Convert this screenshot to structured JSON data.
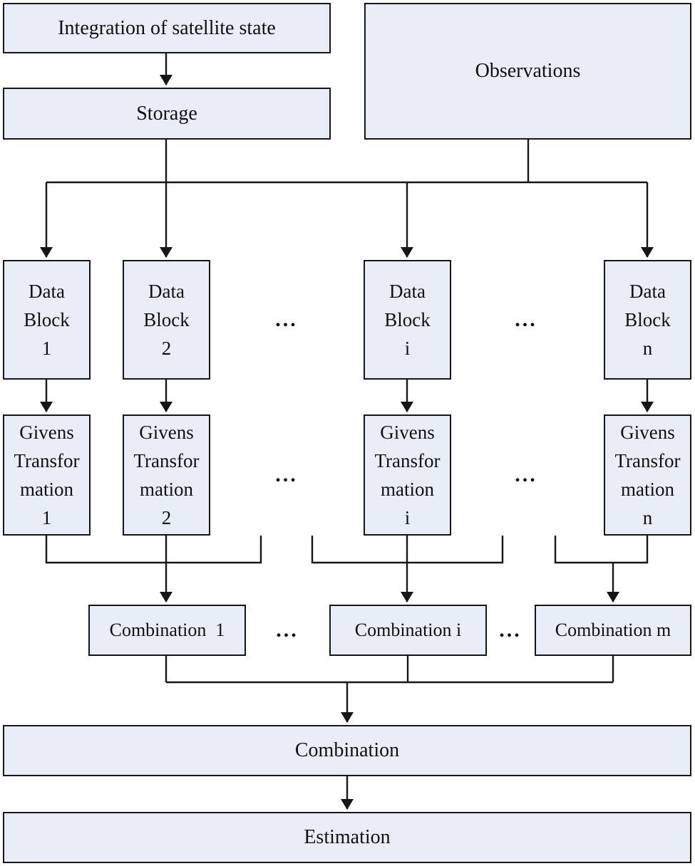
{
  "diagram": {
    "colors": {
      "background": "#ffffff",
      "box_fill": "#e9edf8",
      "box_border": "#161616",
      "line_color": "#161616",
      "text_color": "#101010"
    },
    "ellipsis": "...",
    "nodes": {
      "integration": {
        "label": "Integration of satellite state"
      },
      "storage": {
        "label": "Storage"
      },
      "observations": {
        "label": "Observations"
      },
      "data_blocks": [
        {
          "label": "Data\nBlock\n1"
        },
        {
          "label": "Data\nBlock\n2"
        },
        {
          "label": "Data\nBlock\ni"
        },
        {
          "label": "Data\nBlock\nn"
        }
      ],
      "givens_transformations": [
        {
          "label": "Givens\nTransfor\nmation\n1"
        },
        {
          "label": "Givens\nTransfor\nmation\n2"
        },
        {
          "label": "Givens\nTransfor\nmation\ni"
        },
        {
          "label": "Givens\nTransfor\nmation\nn"
        }
      ],
      "combinations": [
        {
          "label": "Combination  1"
        },
        {
          "label": "Combination i"
        },
        {
          "label": "Combination m"
        }
      ],
      "combination_final": {
        "label": "Combination"
      },
      "estimation": {
        "label": "Estimation"
      }
    }
  }
}
